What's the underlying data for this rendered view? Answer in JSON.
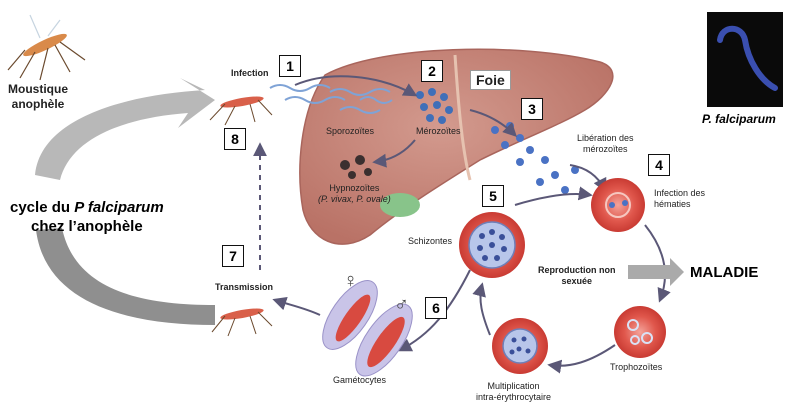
{
  "labels": {
    "moustique": [
      "Moustique",
      "anophèle"
    ],
    "infection": "Infection",
    "transmission": "Transmission",
    "foie": "Foie",
    "sporozoites": "Sporozoïtes",
    "merozoites": "Mérozoïtes",
    "hypnozoites": "Hypnozoïtes",
    "hypno_species": "(P. vivax, P. ovale)",
    "liberation": [
      "Libération des",
      "mérozoïtes"
    ],
    "infection_hematies": [
      "Infection des",
      "hématies"
    ],
    "schizontes": "Schizontes",
    "reproduction": [
      "Reproduction non",
      "sexuée"
    ],
    "maladie": "MALADIE",
    "trophozoites": "Trophozoïtes",
    "multiplication": [
      "Multiplication",
      "intra-érythrocytaire"
    ],
    "gametocytes": "Gamétocytes",
    "cycle_prefix": "cycle du ",
    "cycle_species": "P falciparum",
    "cycle_line2": "chez l’anophèle",
    "species_title": "P. falciparum",
    "female_symbol": "♀",
    "male_symbol": "♂"
  },
  "steps": [
    "1",
    "2",
    "3",
    "4",
    "5",
    "6",
    "7",
    "8"
  ],
  "colors": {
    "liver": "#c8857a",
    "liver_dark": "#a9655c",
    "rbc": "#d9453c",
    "rbc_light": "#f2b1a8",
    "parasite": "#4a72c4",
    "arrow": "#5b5877",
    "big_arrow": "#b3b3b3",
    "maladie_arrow": "#aaaaaa"
  }
}
